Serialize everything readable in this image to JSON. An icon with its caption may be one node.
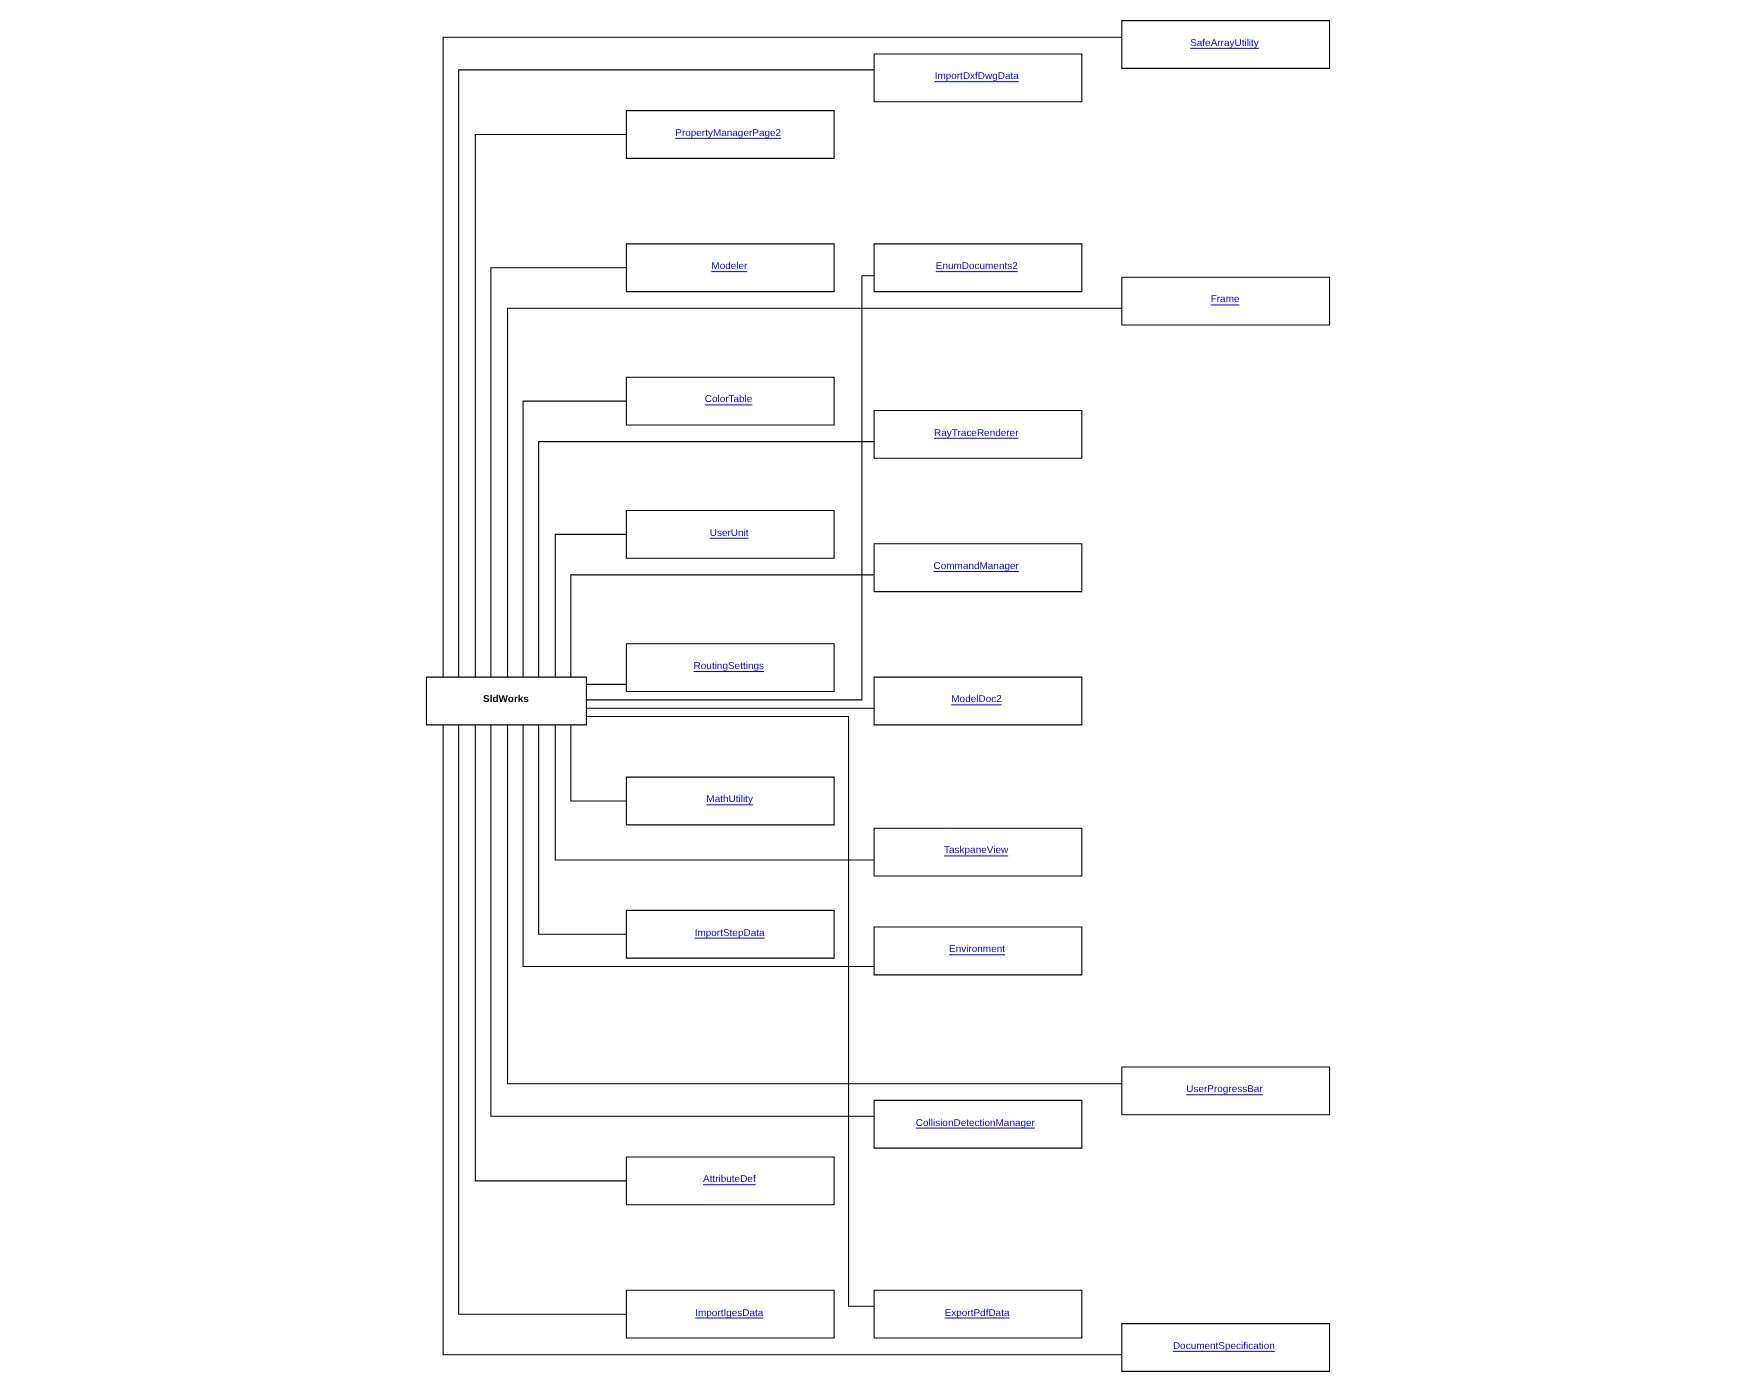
{
  "diagram": {
    "nodes": [
      {
        "text": [
          "SldWorks"
        ]
      },
      {
        "text": [
          "PropertyManagerPage2"
        ]
      },
      {
        "text": [
          "Modeler"
        ]
      },
      {
        "text": [
          "AttributeDef"
        ]
      },
      {
        "text": [
          "ImportIgesData"
        ]
      },
      {
        "text": [
          "ColorTable"
        ]
      },
      {
        "text": [
          "UserUnit"
        ]
      },
      {
        "text": [
          "RoutingSettings"
        ]
      },
      {
        "text": [
          "MathUtility"
        ]
      },
      {
        "text": [
          "ImportStepData"
        ]
      },
      {
        "text": [
          "ImportDxfDwgData"
        ]
      },
      {
        "text": [
          "EnumDocuments2"
        ]
      },
      {
        "text": [
          "CollisionDetectionManager"
        ]
      },
      {
        "text": [
          "ExportPdfData"
        ]
      },
      {
        "text": [
          "RayTraceRenderer"
        ]
      },
      {
        "text": [
          "CommandManager"
        ]
      },
      {
        "text": [
          "ModelDoc2"
        ]
      },
      {
        "text": [
          "TaskpaneView"
        ]
      },
      {
        "text": [
          "Environment"
        ]
      },
      {
        "text": [
          "SafeArrayUtility"
        ]
      },
      {
        "text": [
          "Frame"
        ]
      },
      {
        "text": [
          "UserProgressBar"
        ]
      },
      {
        "text": [
          "DocumentSpecification"
        ]
      }
    ],
    "edges": [
      {
        "from": 0,
        "to": 1,
        "arrow": "none"
      },
      {
        "from": 0,
        "to": 2,
        "arrow": "none"
      },
      {
        "from": 0,
        "to": 3,
        "arrow": "none"
      },
      {
        "from": 0,
        "to": 4,
        "arrow": "none"
      },
      {
        "from": 0,
        "to": 5,
        "arrow": "none"
      },
      {
        "from": 0,
        "to": 6,
        "arrow": "none"
      },
      {
        "from": 0,
        "to": 7,
        "arrow": "none"
      },
      {
        "from": 0,
        "to": 8,
        "arrow": "none"
      },
      {
        "from": 0,
        "to": 9,
        "arrow": "none"
      },
      {
        "from": 0,
        "to": 10,
        "arrow": "none"
      },
      {
        "from": 0,
        "to": 11,
        "arrow": "none"
      },
      {
        "from": 0,
        "to": 12,
        "arrow": "none"
      },
      {
        "from": 0,
        "to": 13,
        "arrow": "none"
      },
      {
        "from": 0,
        "to": 14,
        "arrow": "none"
      },
      {
        "from": 0,
        "to": 15,
        "arrow": "none"
      },
      {
        "from": 0,
        "to": 16,
        "arrow": "none"
      },
      {
        "from": 0,
        "to": 17,
        "arrow": "none"
      },
      {
        "from": 0,
        "to": 18,
        "arrow": "none"
      },
      {
        "from": 0,
        "to": 19,
        "arrow": "none"
      },
      {
        "from": 0,
        "to": 20,
        "arrow": "none"
      },
      {
        "from": 0,
        "to": 21,
        "arrow": "none"
      },
      {
        "from": 0,
        "to": 22,
        "arrow": "none"
      }
    ]
  }
}
